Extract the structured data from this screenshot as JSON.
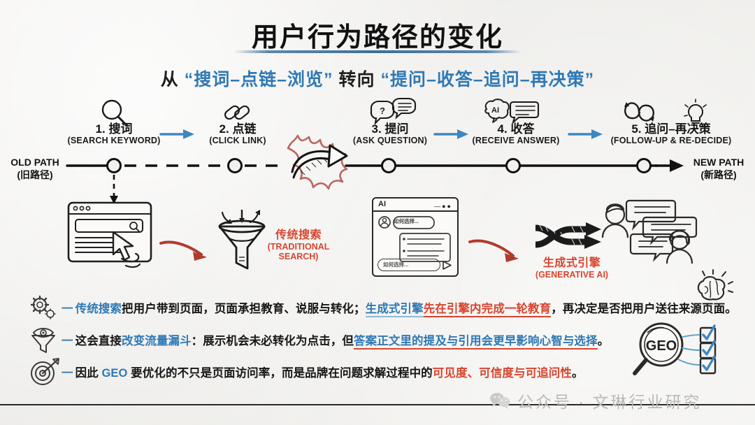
{
  "title": "用户行为路径的变化",
  "subtitle": {
    "prefix": "从 ",
    "old": "“搜词–点链–浏览”",
    "middle": " 转向 ",
    "new": "“提问–收答–追问–再决策”"
  },
  "timeline": {
    "old_path": {
      "en": "OLD PATH",
      "cn": "(旧路径)"
    },
    "new_path": {
      "en": "NEW PATH",
      "cn": "(新路径)"
    },
    "steps": [
      {
        "cn": "1. 搜词",
        "en": "(SEARCH KEYWORD)",
        "icon": "magnifier-icon"
      },
      {
        "cn": "2. 点链",
        "en": "(CLICK LINK)",
        "icon": "chain-link-icon"
      },
      {
        "cn": "3. 提问",
        "en": "(ASK QUESTION)",
        "icon": "question-chat-icon"
      },
      {
        "cn": "4. 收答",
        "en": "(RECEIVE ANSWER)",
        "icon": "ai-brain-chat-icon"
      },
      {
        "cn": "5. 追问–再决策",
        "en": "(FOLLOW-UP & RE-DECIDE)",
        "icon": "loop-arrows-icon"
      }
    ]
  },
  "middle": {
    "browser_window": {
      "icon": "browser-mockup",
      "cursor": "hand-cursor-icon"
    },
    "traditional": {
      "cn": "传统搜索",
      "en_line1": "(TRADITIONAL",
      "en_line2": "SEARCH)",
      "icon": "funnel-icon"
    },
    "ai_window": {
      "app_label": "AI",
      "user_bubble": "如何选择...",
      "input_placeholder": "如何选择...",
      "send_icon": "send-icon",
      "avatar_icon": "user-avatar-icon"
    },
    "generative": {
      "cn": "生成式引擎",
      "en": "(GENERATIVE AI)",
      "icon": "split-arrows-icon"
    },
    "people_icon": "people-chat-icon",
    "brain_icon": "brain-idea-icon"
  },
  "bullets": [
    {
      "icon": "gear-icon",
      "dash": "一",
      "parts": [
        {
          "text": "传统搜索",
          "style": "blue"
        },
        {
          "text": "把用户带到页面，页面承担教育、说服与转化；",
          "style": "plain"
        },
        {
          "text": "生成式引擎",
          "style": "blue-underline"
        },
        {
          "text": "先在引擎内完成一轮教育",
          "style": "red-underline"
        },
        {
          "text": "，再决定是否把用户送往来源页面。",
          "style": "plain"
        }
      ]
    },
    {
      "icon": "eye-funnel-icon",
      "dash": "一",
      "parts": [
        {
          "text": "这会直接",
          "style": "plain"
        },
        {
          "text": "改变流量漏斗",
          "style": "blue"
        },
        {
          "text": "：展示机会未必转化为点击，但",
          "style": "plain"
        },
        {
          "text": "答案正文里的提及与引用会更早影响心智与选择",
          "style": "blue-redunderline"
        },
        {
          "text": "。",
          "style": "plain"
        }
      ]
    },
    {
      "icon": "target-icon",
      "dash": "一",
      "parts": [
        {
          "text": "因此 ",
          "style": "plain"
        },
        {
          "text": "GEO",
          "style": "blue"
        },
        {
          "text": " 要优化的不只是页面访问率，而是品牌在问题求解过程中的",
          "style": "plain"
        },
        {
          "text": "可见度、可信度与可追问性",
          "style": "red"
        },
        {
          "text": "。",
          "style": "plain"
        }
      ]
    }
  ],
  "geo_badge": {
    "label": "GEO",
    "icon": "magnifier-checklist-icon",
    "checks": 3
  },
  "footer": {
    "watermark": "公众号 · 文琳行业研究",
    "icon": "wechat-icon"
  },
  "colors": {
    "blue": "#2f79b5",
    "red": "#d9452f",
    "ink": "#161616",
    "paper": "#f2f1ee",
    "arrow_blue": "#3f87c0"
  }
}
